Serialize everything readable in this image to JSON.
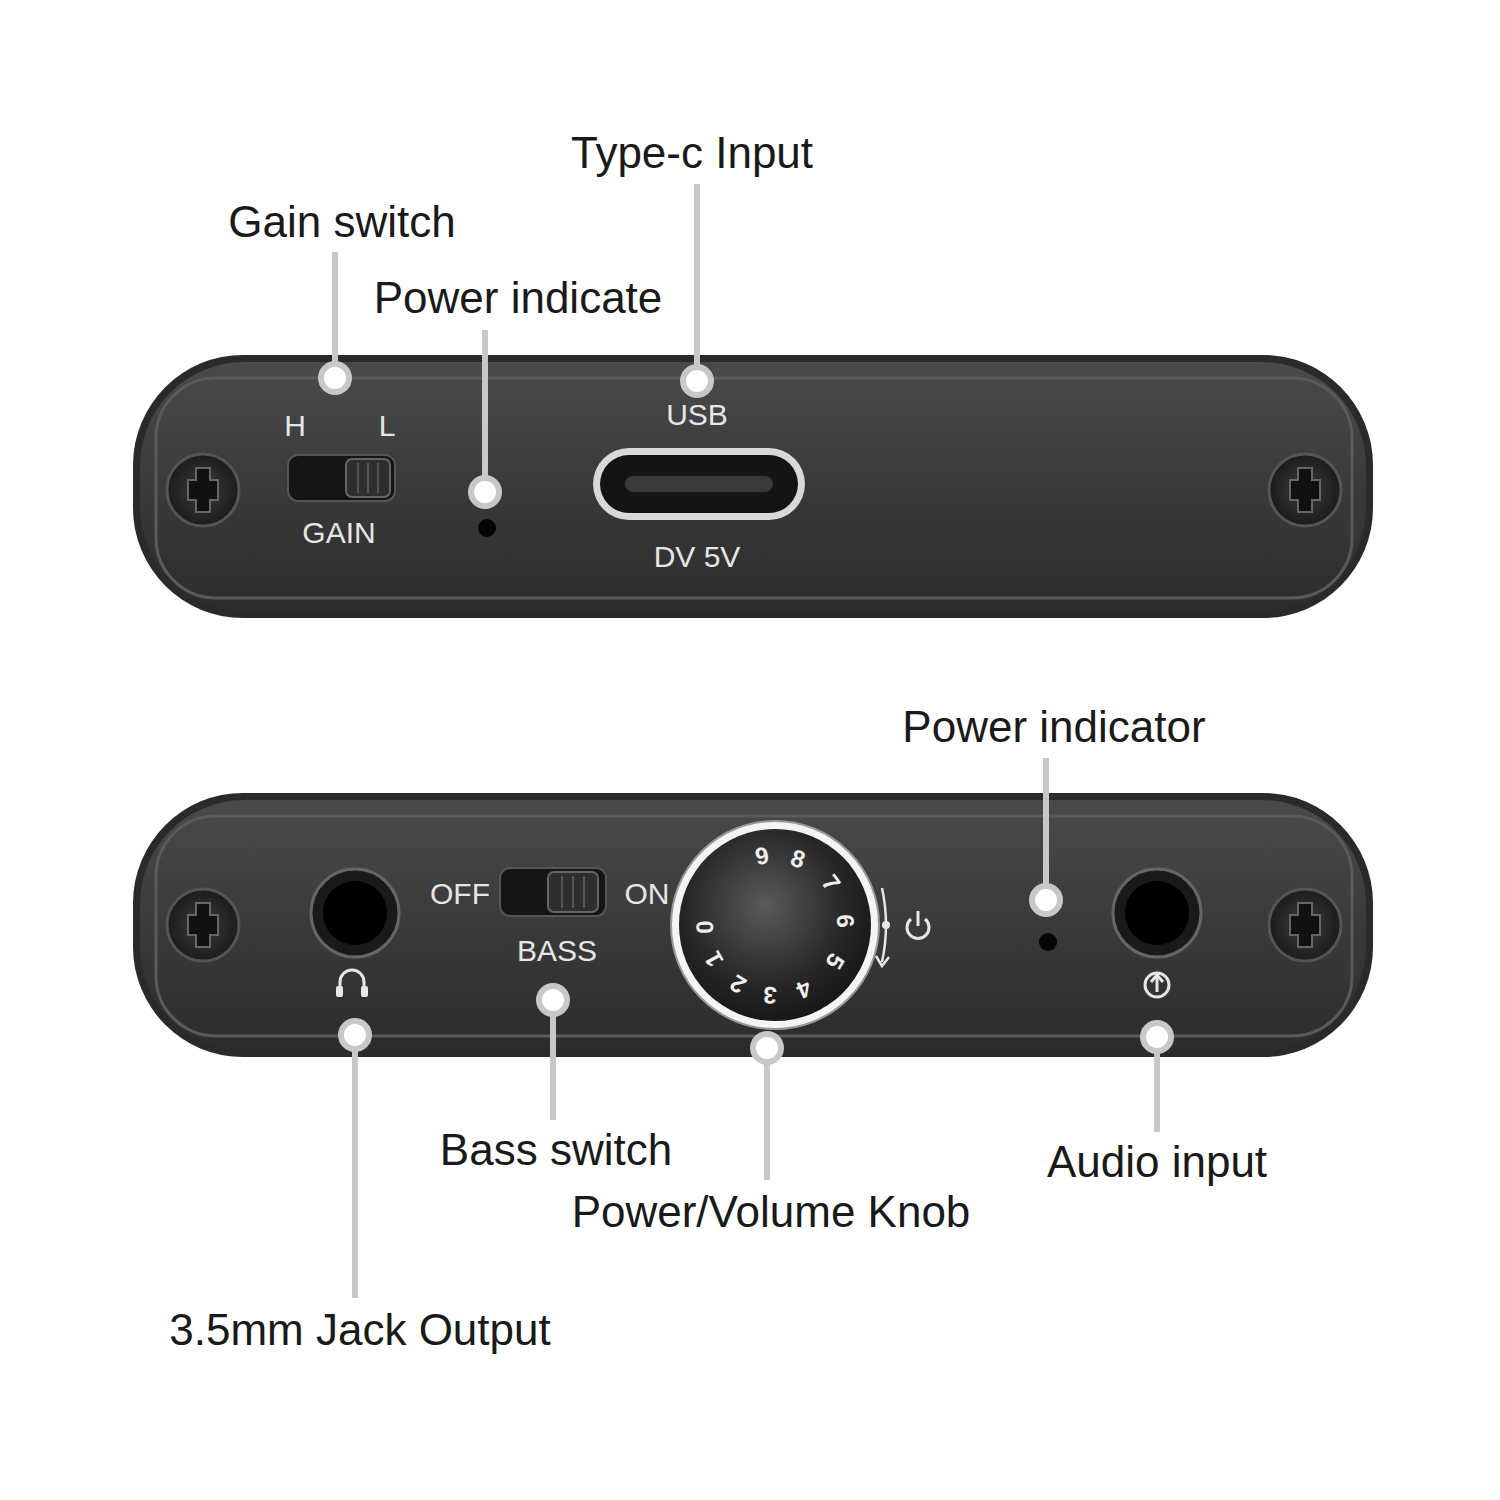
{
  "diagram": {
    "labels": [
      "Type-c Input",
      "Gain switch",
      "Power indicate",
      "H",
      "L",
      "USB",
      "GAIN",
      "DV 5V",
      "Power indicator",
      "OFF",
      "ON",
      "BASS",
      "9",
      "8",
      "7",
      "6",
      "5",
      "4",
      "3",
      "2",
      "1",
      "0",
      "Bass switch",
      "Audio input",
      "Power/Volume Knob",
      "3.5mm Jack Output"
    ]
  }
}
